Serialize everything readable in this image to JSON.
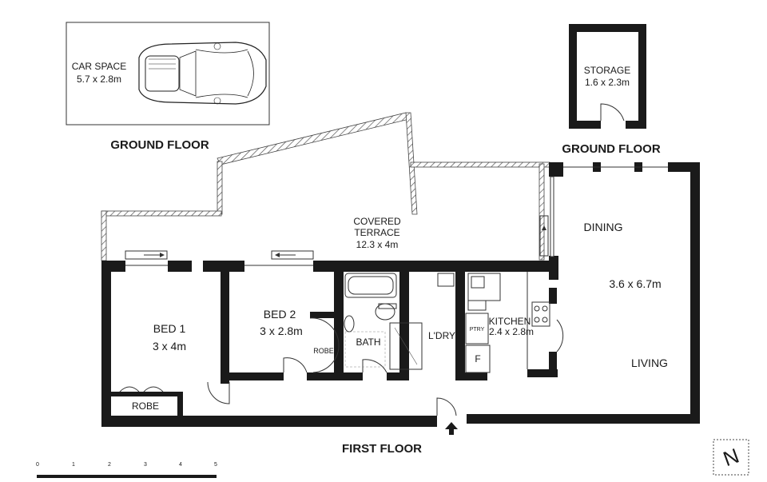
{
  "labels": {
    "car_space": "CAR SPACE",
    "car_space_dim": "5.7 x 2.8m",
    "ground_floor_left": "GROUND FLOOR",
    "storage": "STORAGE",
    "storage_dim": "1.6 x 2.3m",
    "ground_floor_right": "GROUND FLOOR",
    "covered_terrace": "COVERED",
    "covered_terrace_2": "TERRACE",
    "covered_terrace_dim": "12.3 x 4m",
    "dining": "DINING",
    "living_dim": "3.6 x 6.7m",
    "living": "LIVING",
    "bed1": "BED 1",
    "bed1_dim": "3 x 4m",
    "robe1": "ROBE",
    "bed2": "BED 2",
    "bed2_dim": "3 x 2.8m",
    "robe2": "ROBE",
    "bath": "BATH",
    "laundry": "L'DRY",
    "kitchen": "KITCHEN",
    "kitchen_dim": "2.4 x 2.8m",
    "pantry": "PTRY",
    "fridge": "F",
    "first_floor": "FIRST FLOOR"
  },
  "scale_bar": {
    "ticks": [
      "0",
      "1",
      "2",
      "3",
      "4",
      "5"
    ]
  },
  "compass": {
    "symbol": "N"
  }
}
